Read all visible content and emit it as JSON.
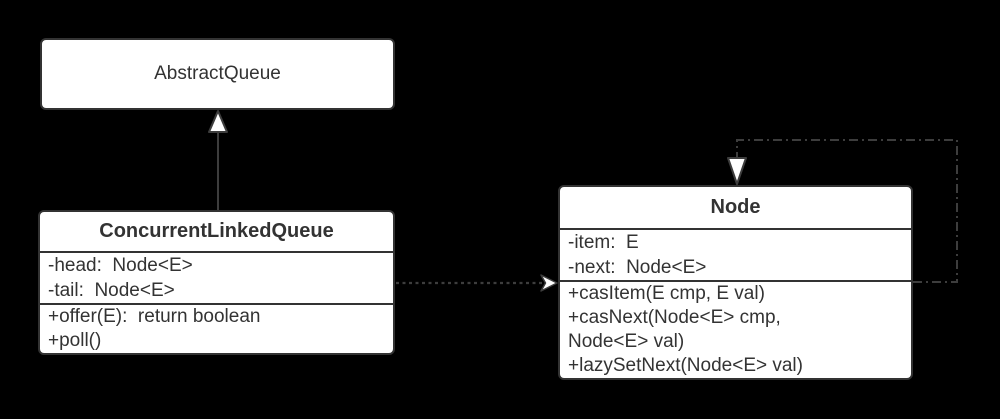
{
  "diagram": {
    "background_color": "#000000",
    "box_fill_color": "#ffffff",
    "border_color": "#333333",
    "line_color": "#3d3d3d",
    "text_color": "#333333"
  },
  "abstract_queue": {
    "title": "AbstractQueue"
  },
  "concurrent_linked_queue": {
    "title": "ConcurrentLinkedQueue",
    "fields": [
      "-head:  Node<E>",
      "-tail:  Node<E>"
    ],
    "methods": [
      "+offer(E):  return boolean",
      "+poll()"
    ]
  },
  "node": {
    "title": "Node",
    "fields": [
      "-item:  E",
      "-next:  Node<E>"
    ],
    "methods": [
      "+casItem(E cmp, E val)",
      "+casNext(Node<E> cmp,",
      "Node<E> val)",
      "+lazySetNext(Node<E> val)"
    ]
  }
}
